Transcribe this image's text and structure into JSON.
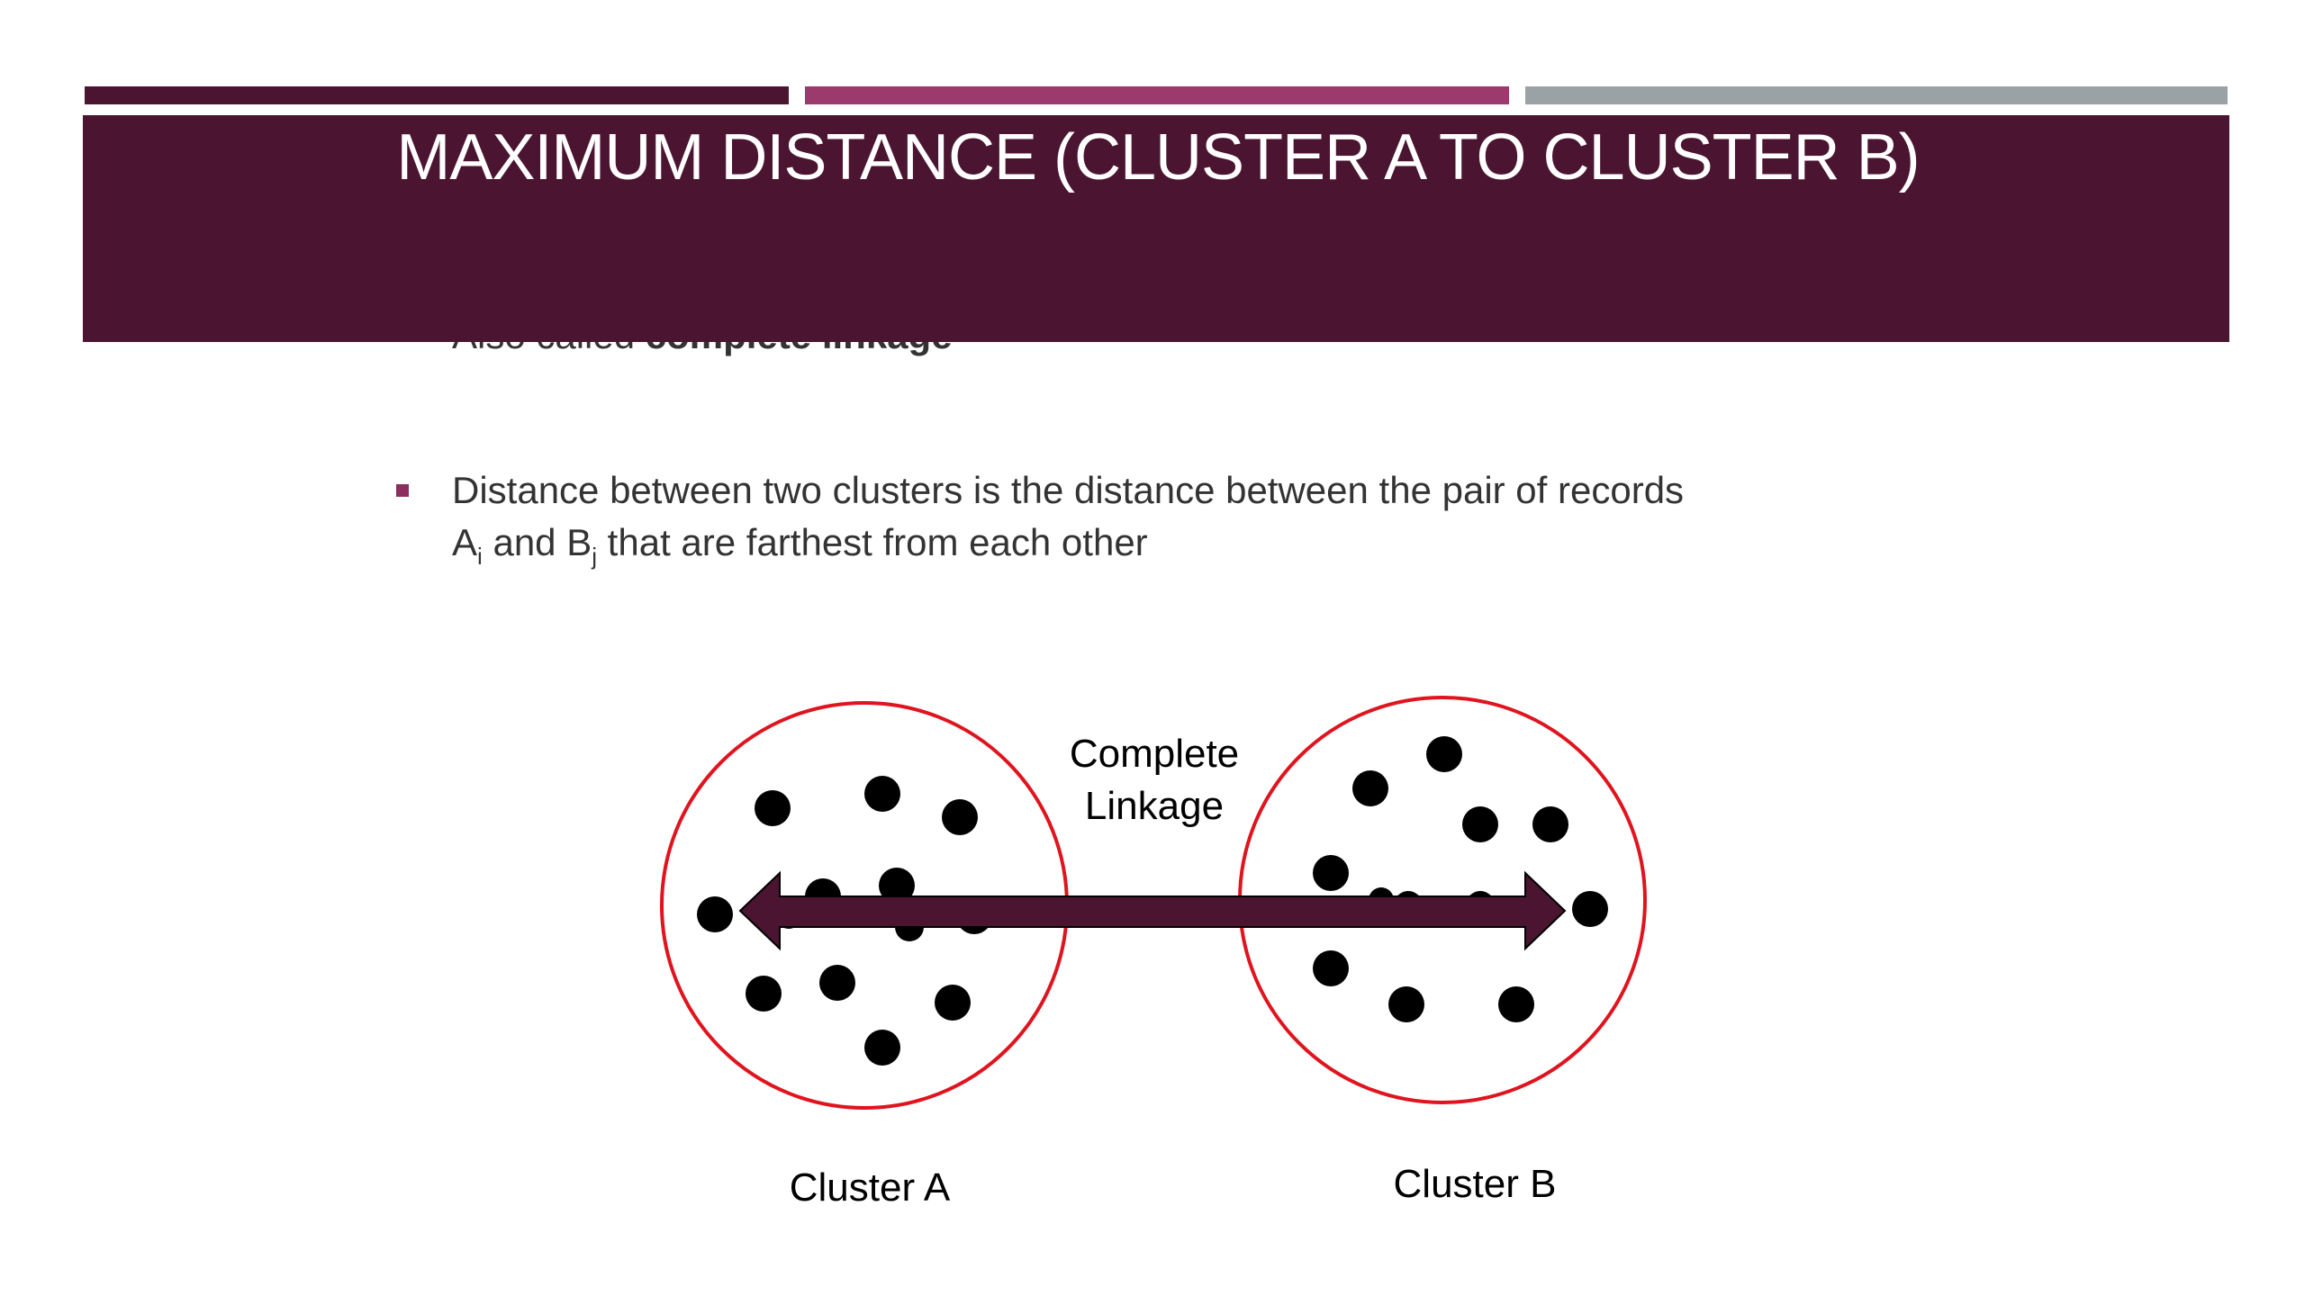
{
  "colors": {
    "title_band": "#4b1431",
    "bar_dark": "#4b1431",
    "bar_accent": "#9c3a6e",
    "bar_gray": "#9aa2a6",
    "title_text": "#ffffff",
    "bullet_marker": "#8c2f5e",
    "body_text": "#333333",
    "circle_stroke": "#e0141e",
    "point_fill": "#000000",
    "arrow_fill": "#4b1431"
  },
  "slide": {
    "title": "MAXIMUM DISTANCE (CLUSTER A TO CLUSTER B)"
  },
  "bullets": [
    {
      "prefix": "Also called ",
      "emphasis": "complete linkage"
    },
    {
      "line1": "Distance between two clusters is the distance between the pair of records",
      "a_letter": "A",
      "a_sub": "i",
      "and_text": " and ",
      "b_letter": "B",
      "b_sub": "j",
      "tail": " that are farthest from each other"
    }
  ],
  "diagram": {
    "arrow_label_line1": "Complete",
    "arrow_label_line2": "Linkage",
    "cluster_a_label": "Cluster A",
    "cluster_b_label": "Cluster B",
    "cluster_a_point_count": 13,
    "cluster_b_point_count": 12
  }
}
